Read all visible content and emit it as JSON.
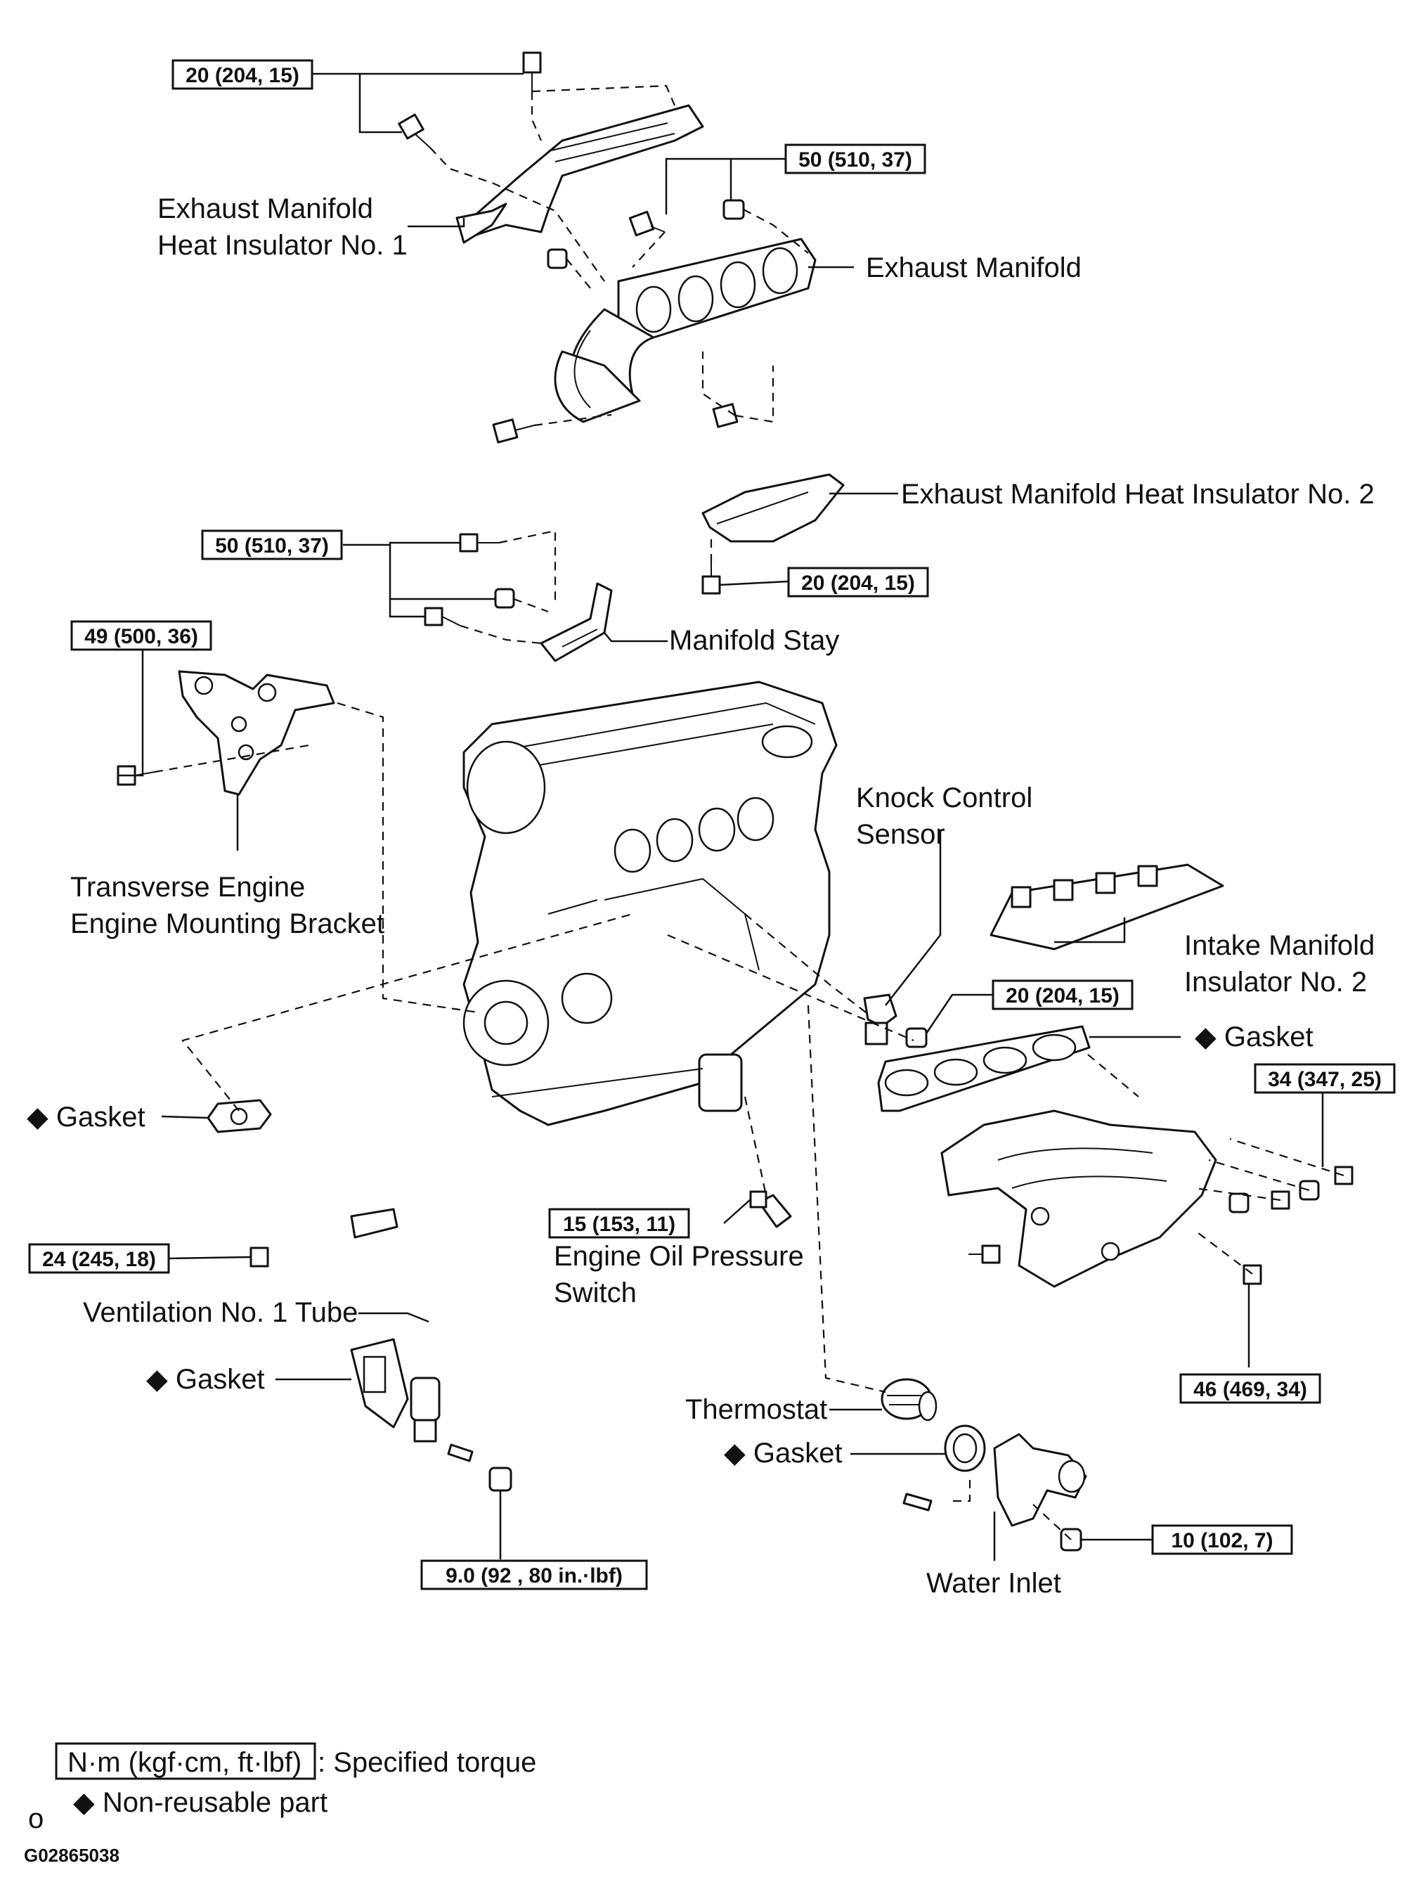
{
  "colors": {
    "ink": "#111111",
    "background": "#ffffff"
  },
  "labels": {
    "exhaust_insulator_1_line1": "Exhaust Manifold",
    "exhaust_insulator_1_line2": "Heat Insulator No. 1",
    "exhaust_manifold": "Exhaust Manifold",
    "exhaust_insulator_2": "Exhaust Manifold Heat Insulator No. 2",
    "manifold_stay": "Manifold Stay",
    "mount_bracket_line1": "Transverse Engine",
    "mount_bracket_line2": "Engine Mounting Bracket",
    "knock_sensor_line1": "Knock Control",
    "knock_sensor_line2": "Sensor",
    "intake_insulator_line1": "Intake Manifold",
    "intake_insulator_line2": "Insulator No. 2",
    "gasket_intake": "◆ Gasket",
    "gasket_left": "◆ Gasket",
    "oil_switch_line1": "Engine Oil Pressure",
    "oil_switch_line2": "Switch",
    "ventilation_tube": "Ventilation No. 1 Tube",
    "gasket_vent": "◆ Gasket",
    "thermostat": "Thermostat",
    "gasket_thermostat": "◆ Gasket",
    "water_inlet": "Water Inlet"
  },
  "torques": {
    "t_insulator1": "20 (204, 15)",
    "t_exhaust": "50 (510, 37)",
    "t_stay": "50 (510, 37)",
    "t_insulator2": "20 (204, 15)",
    "t_bracket": "49 (500, 36)",
    "t_knock": "20 (204, 15)",
    "t_intake_top": "34 (347, 25)",
    "t_vent_bolt": "24 (245, 18)",
    "t_oil_switch": "15 (153, 11)",
    "t_intake_bottom": "46 (469, 34)",
    "t_water_inlet": "10 (102, 7)",
    "t_vent_nut": "9.0 (92 , 80 in.·lbf)"
  },
  "legend": {
    "torque_unit": "N·m (kgf·cm, ft·lbf)",
    "torque_desc": ": Specified torque",
    "nonreusable": "◆ Non-reusable part",
    "corner_mark": "o",
    "figure_id": "G02865038"
  }
}
